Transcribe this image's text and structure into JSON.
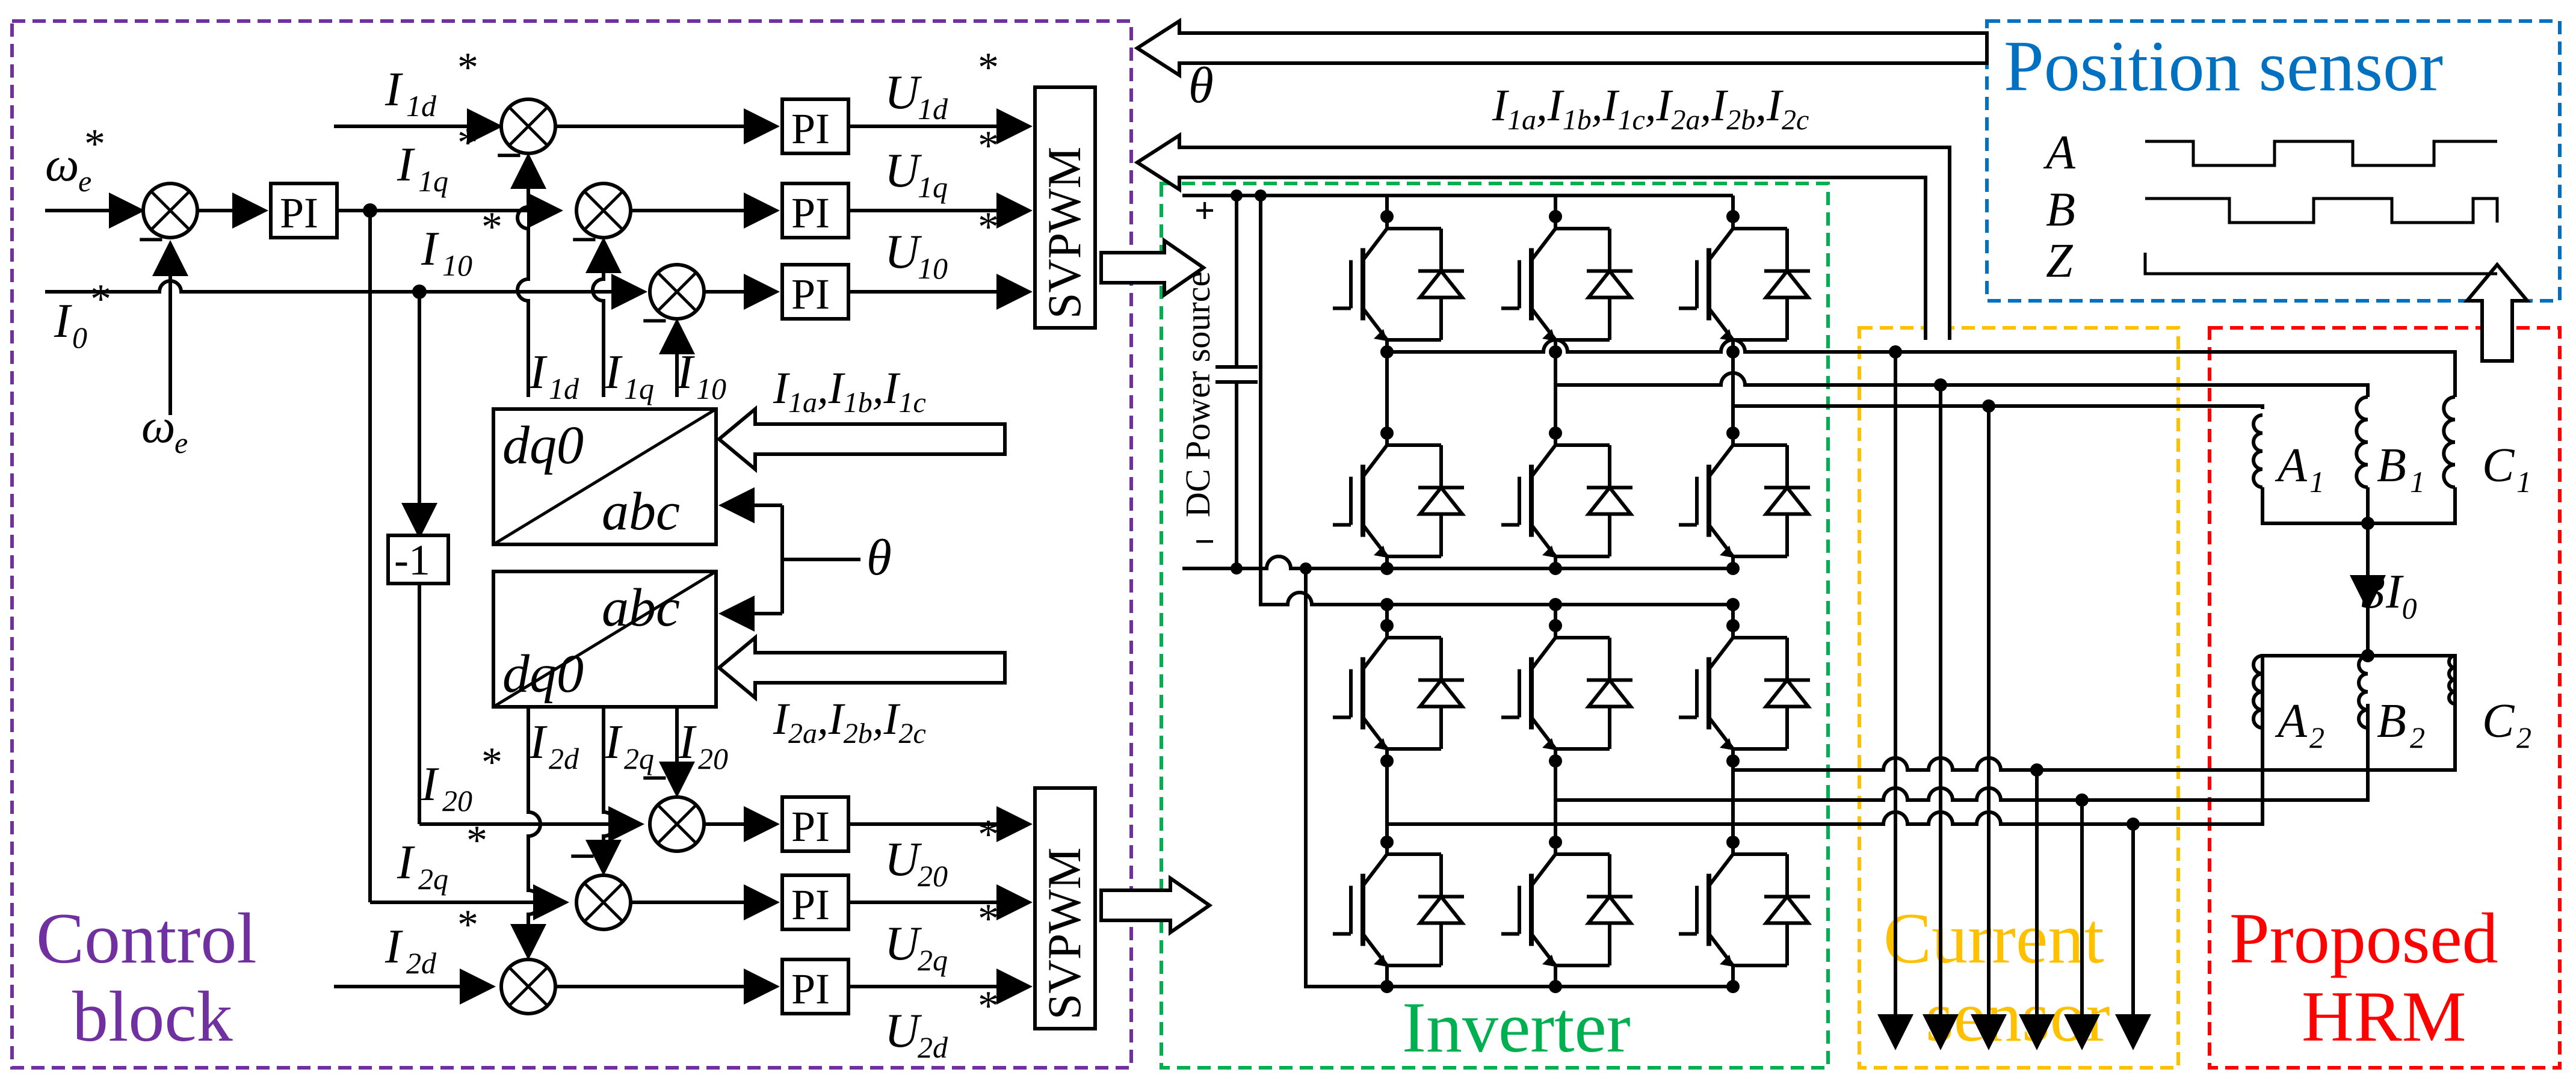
{
  "region_labels": {
    "control_line1": "Control",
    "control_line2": "block",
    "inverter": "Inverter",
    "current_line1": "Current",
    "current_line2": "sensor",
    "hrm_line1": "Proposed",
    "hrm_line2": "HRM",
    "position": "Position sensor"
  },
  "colors": {
    "control": "#7030a0",
    "inverter": "#00b050",
    "current": "#ffc000",
    "hrm": "#ff0000",
    "position": "#0070c0"
  },
  "blocks": {
    "pi": "PI",
    "svpwm": "SVPWM",
    "gain": "-1",
    "dq0": "dq0",
    "abc": "abc",
    "dc_source": "DC Power source",
    "plus": "+",
    "minus": "−",
    "sign_minus": "−"
  },
  "signals": {
    "omega_base": "ω",
    "omega_sub": "e",
    "star": "*",
    "I0_base": "I",
    "I0_sub": "0",
    "I1d_base": "I",
    "I1d_sub": "1d",
    "I1q_base": "I",
    "I1q_sub": "1q",
    "I10_base": "I",
    "I10_sub": "10",
    "I2d_base": "I",
    "I2d_sub": "2d",
    "I2q_base": "I",
    "I2q_sub": "2q",
    "I20_base": "I",
    "I20_sub": "20",
    "U1d_base": "U",
    "U1d_sub": "1d",
    "U1q_base": "U",
    "U1q_sub": "1q",
    "U10_base": "U",
    "U10_sub": "10",
    "U20_base": "U",
    "U20_sub": "20",
    "U2q_base": "U",
    "U2q_sub": "2q",
    "U2d_base": "U",
    "U2d_sub": "2d",
    "theta": "θ",
    "three_I0": "3I",
    "three_I0_sub": "0",
    "comma": ",",
    "i1a": "1a",
    "i1b": "1b",
    "i1c": "1c",
    "i2a": "2a",
    "i2b": "2b",
    "i2c": "2c",
    "I": "I"
  },
  "encoder": {
    "A": "A",
    "B": "B",
    "Z": "Z"
  },
  "windings": {
    "A1": "A",
    "A1_sub": "1",
    "B1": "B",
    "B1_sub": "1",
    "C1": "C",
    "C1_sub": "1",
    "A2": "A",
    "A2_sub": "2",
    "B2": "B",
    "B2_sub": "2",
    "C2": "C",
    "C2_sub": "2"
  }
}
